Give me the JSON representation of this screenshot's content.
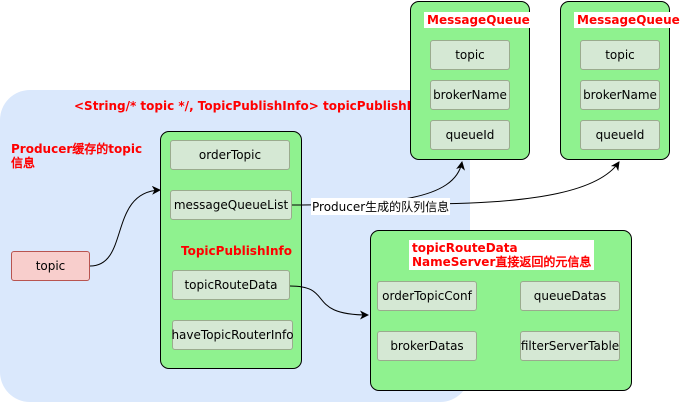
{
  "table_title": "<String/* topic */, TopicPublishInfo> topicPublishInfoTable",
  "producer_cache_label": [
    "Producer缓存的topic",
    "信息"
  ],
  "topic_node": "topic",
  "publish_info": {
    "title": "TopicPublishInfo",
    "fields": [
      "orderTopic",
      "messageQueueList",
      "topicRouteData",
      "haveTopicRouterInfo"
    ]
  },
  "message_queues": [
    {
      "title": "MessageQueue",
      "fields": [
        "topic",
        "brokerName",
        "queueId"
      ]
    },
    {
      "title": "MessageQueue",
      "fields": [
        "topic",
        "brokerName",
        "queueId"
      ]
    }
  ],
  "route_data": {
    "title": [
      "topicRouteData",
      "NameServer直接返回的元信息"
    ],
    "fields": [
      "orderTopicConf",
      "queueDatas",
      "brokerDatas",
      "filterServerTable"
    ]
  },
  "edge_label": "Producer生成的队列信息",
  "colors": {
    "region": "#dae8fc",
    "panel": "#8ff28f",
    "field": "#d5e8d4",
    "topic_node": "#f8cecc",
    "title_red": "#ff0000"
  }
}
